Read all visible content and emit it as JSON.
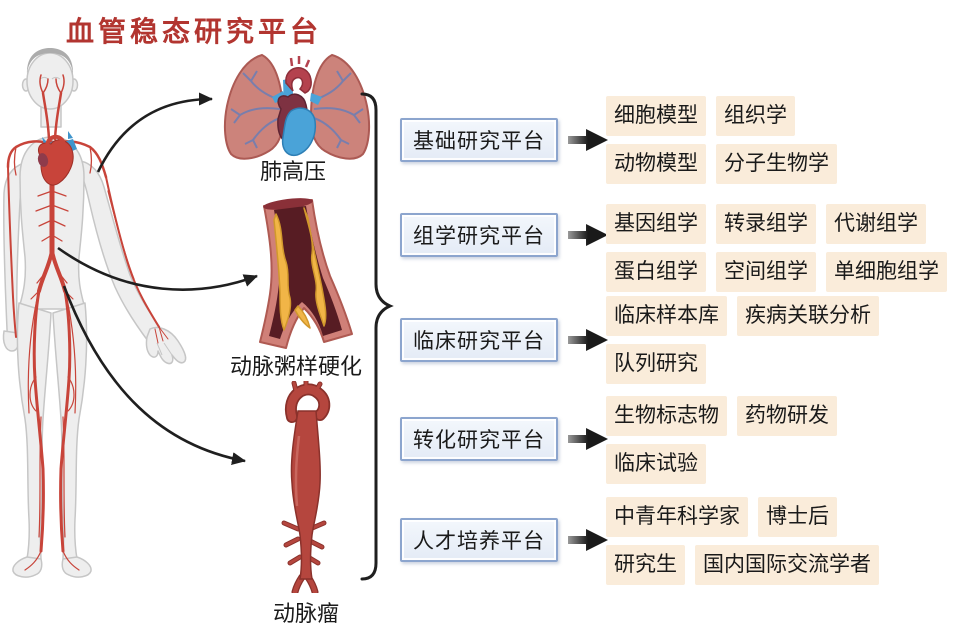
{
  "title": "血管稳态研究平台",
  "colors": {
    "title_red": "#B23530",
    "box_border": "#8CA5CE",
    "tag_bg": "#FAECDA",
    "ink": "#1A1A1A"
  },
  "diseases": [
    {
      "id": "pulmonary-hypertension",
      "label": "肺高压"
    },
    {
      "id": "atherosclerosis",
      "label": "动脉粥样硬化"
    },
    {
      "id": "aneurysm",
      "label": "动脉瘤"
    }
  ],
  "platforms": [
    {
      "id": "basic-research",
      "label": "基础研究平台",
      "tag_rows": [
        [
          "细胞模型",
          "组织学"
        ],
        [
          "动物模型",
          "分子生物学"
        ]
      ]
    },
    {
      "id": "omics-research",
      "label": "组学研究平台",
      "tag_rows": [
        [
          "基因组学",
          "转录组学",
          "代谢组学"
        ],
        [
          "蛋白组学",
          "空间组学",
          "单细胞组学"
        ]
      ]
    },
    {
      "id": "clinical-research",
      "label": "临床研究平台",
      "tag_rows": [
        [
          "临床样本库",
          "疾病关联分析"
        ],
        [
          "队列研究"
        ]
      ]
    },
    {
      "id": "translational-research",
      "label": "转化研究平台",
      "tag_rows": [
        [
          "生物标志物",
          "药物研发"
        ],
        [
          "临床试验"
        ]
      ]
    },
    {
      "id": "talent-training",
      "label": "人才培养平台",
      "tag_rows": [
        [
          "中青年科学家",
          "博士后"
        ],
        [
          "研究生",
          "国内国际交流学者"
        ]
      ]
    }
  ]
}
